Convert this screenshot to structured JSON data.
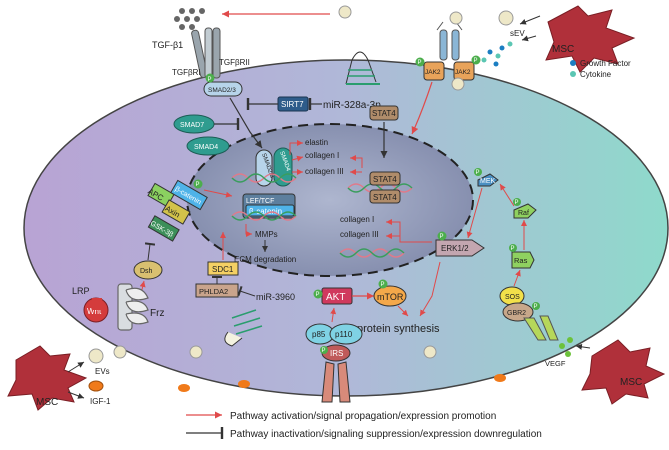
{
  "labels": {
    "tgfb1": "TGF-β1",
    "tgfbri": "TGFβRI",
    "tgfbrii": "TGFβRII",
    "smad23": "SMAD2/3",
    "smad7": "SMAD7",
    "smad4": "SMAD4",
    "sirt7": "SIRT7",
    "mir328": "miR-328a-3p",
    "stat4": "STAT4",
    "jak2": "JAK2",
    "sev": "sEV",
    "msc": "MSC",
    "growth_factor": "Growth Factor",
    "cytokine": "Cytokine",
    "elastin": "elastin",
    "collagen1": "collagen I",
    "collagen3": "collagen III",
    "lef_tcf": "LEF/TCF",
    "beta_catenin": "β-catenin",
    "mmps": "MMPs",
    "ecm": "ECM degradation",
    "apc": "APC",
    "axin": "Axin",
    "gsk3b": "GSK-3β",
    "dsh": "Dsh",
    "lrp": "LRP",
    "wnt": "Wnt",
    "frz": "Frz",
    "sdc1": "SDC1",
    "phlda2": "PHLDA2",
    "mir3960": "miR-3960",
    "akt": "AKT",
    "mtor": "mTOR",
    "protein_synthesis": "protein synthesis",
    "p85": "p85",
    "p110": "p110",
    "irs": "IRS",
    "mek": "MEK",
    "raf": "Raf",
    "ras": "Ras",
    "sos": "SOS",
    "gbr2": "GBR2",
    "erk": "ERK1/2",
    "vegf": "VEGF",
    "evs": "EVs",
    "igf1": "IGF-1",
    "p": "P"
  },
  "legend": {
    "activation": "Pathway activation/signal propagation/expression promotion",
    "inactivation": "Pathway inactivation/signaling suppression/expression downregulation"
  },
  "colors": {
    "activation_arrow": "#e04a4a",
    "inhibition_line": "#333333",
    "msc_cell": "#b0303a",
    "cell_gradient_left": "#b9a6d3",
    "cell_gradient_right": "#8fd7c9",
    "nucleus": "#8a93b5",
    "smad_teal": "#2f9c8f",
    "growth_factor": "#1b7ec2",
    "cytokine": "#5bc6b3",
    "phospho": "#4cae4c"
  }
}
